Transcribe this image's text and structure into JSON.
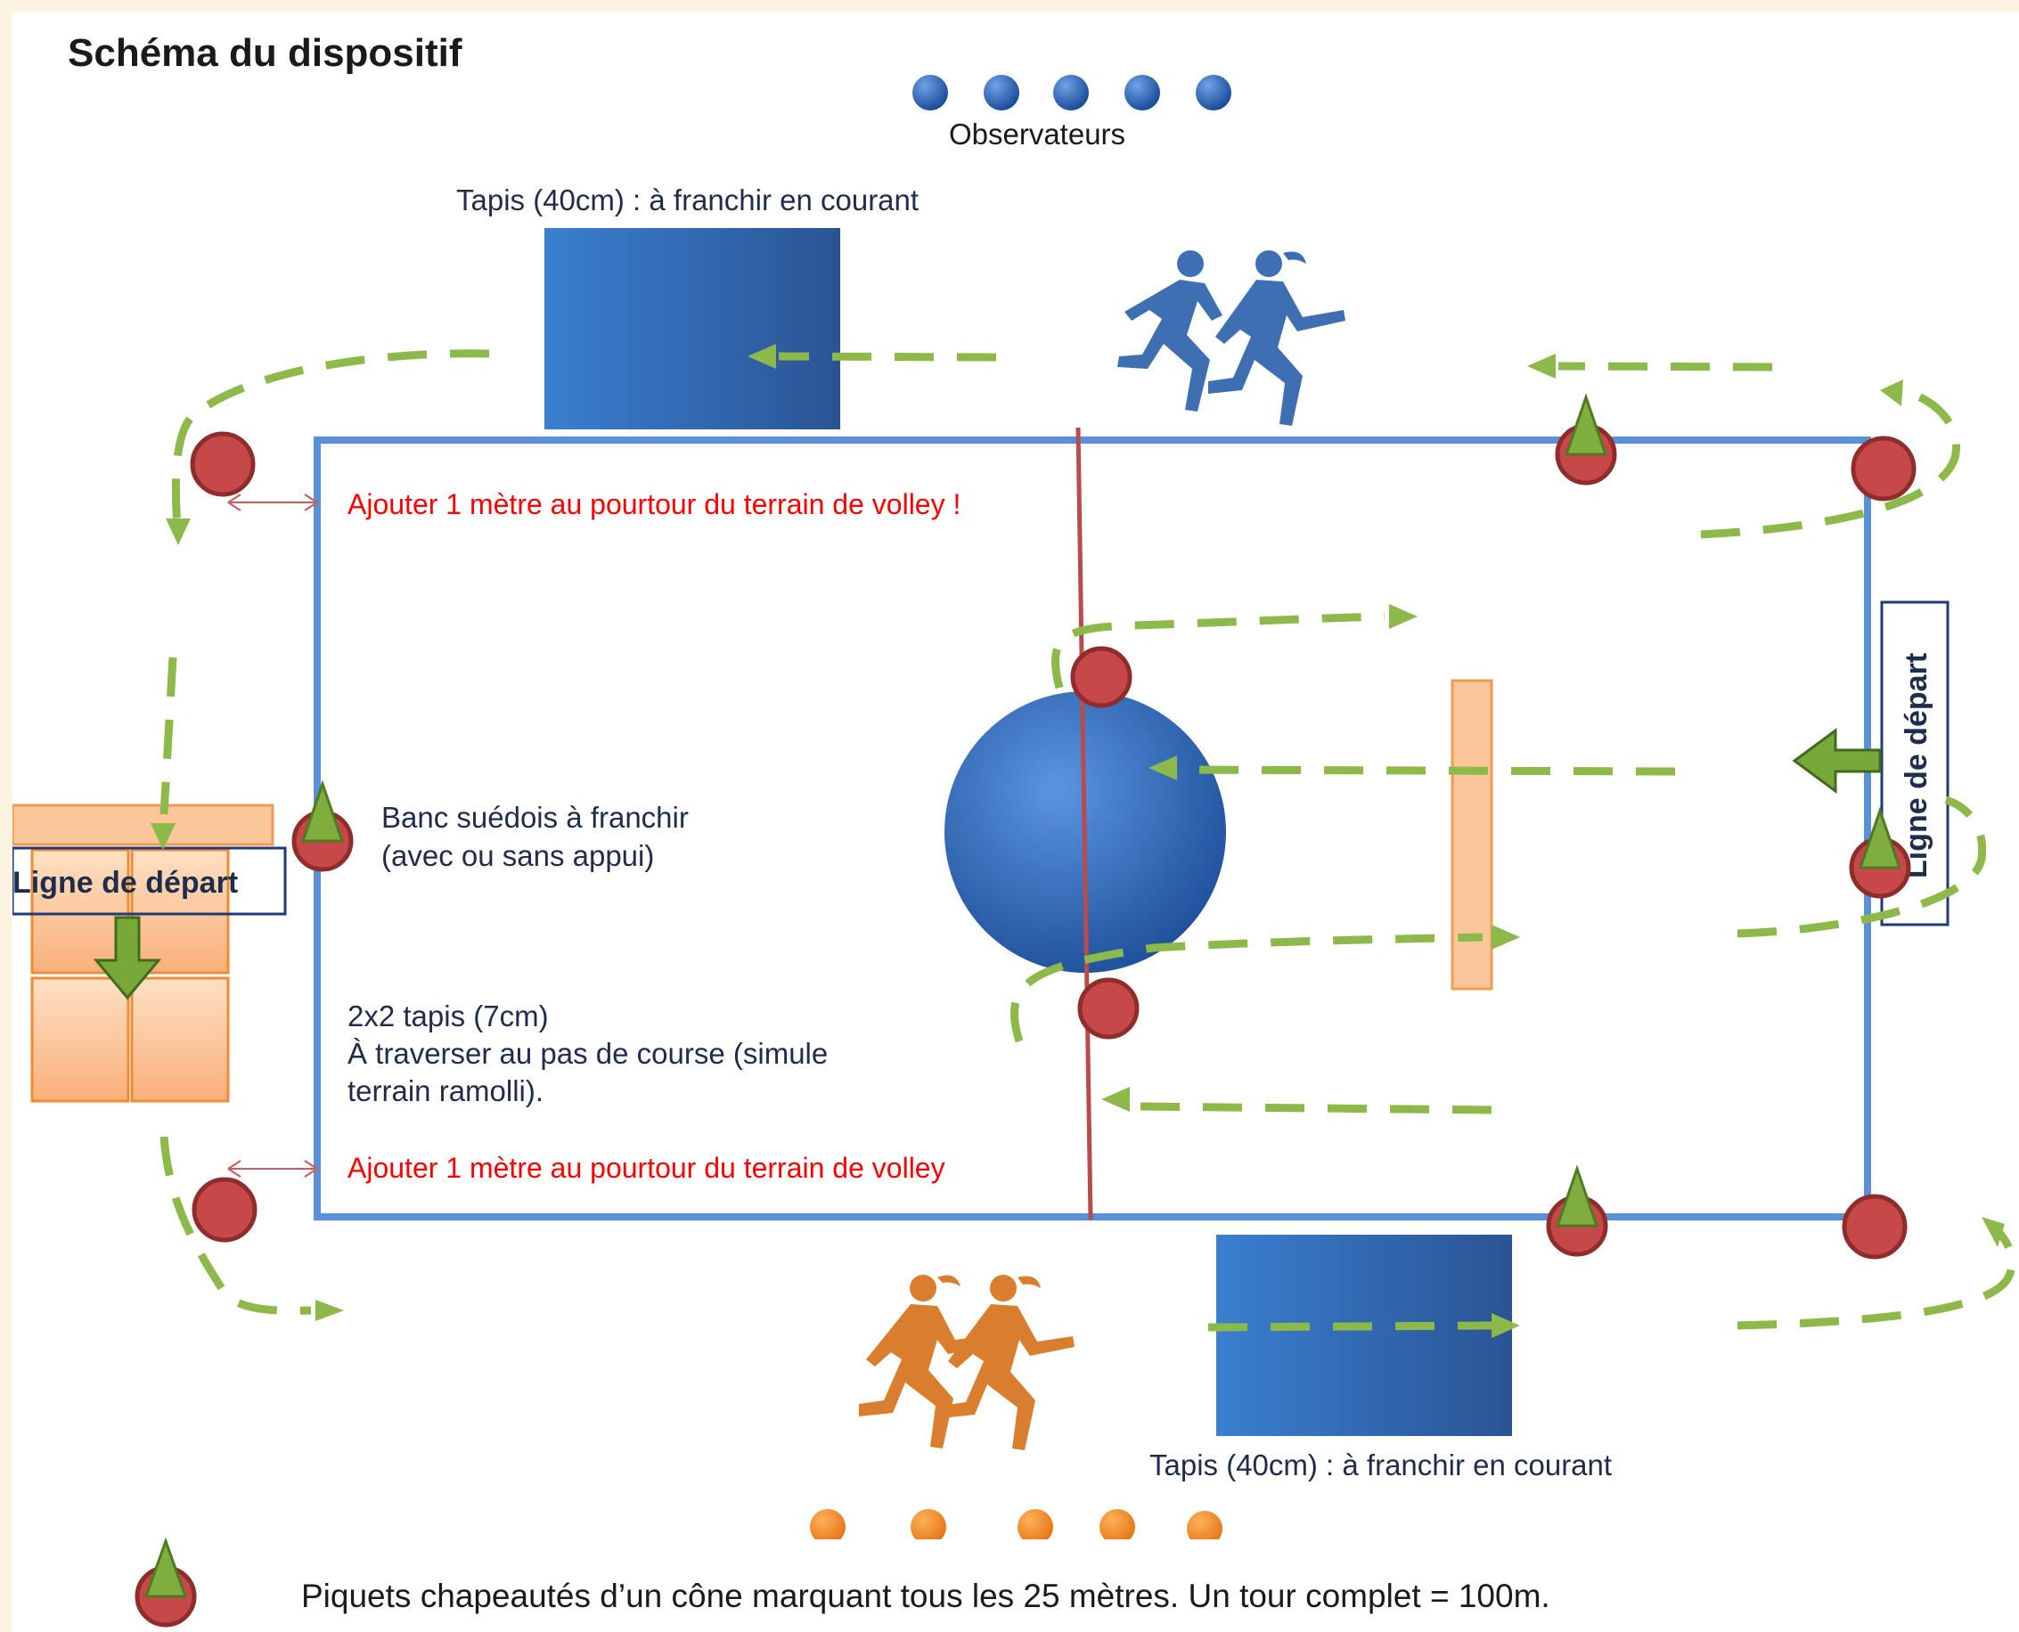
{
  "title": "Schéma du dispositif",
  "observers_label": "Observateurs",
  "mat_top_label": "Tapis (40cm) : à franchir en courant",
  "mat_bottom_label": "Tapis (40cm) : à franchir en courant",
  "note_top": "Ajouter 1 mètre au pourtour du terrain de volley !",
  "note_bottom": "Ajouter 1 mètre au pourtour du terrain de volley",
  "bench_label": {
    "line1": "Banc suédois à franchir",
    "line2": "(avec ou sans appui)"
  },
  "mats_label": {
    "line1": "2x2 tapis (7cm)",
    "line2": "À traverser au pas de course (simule",
    "line3": "terrain ramolli)."
  },
  "start_left": "Ligne de départ",
  "start_right": "Ligne de départ",
  "legend_text": "Piquets chapeautés d’un cône marquant tous les 25 mètres. Un tour complet = 100m.",
  "colors": {
    "court_line": "#5b8fd6",
    "path": "#8db84a",
    "pole": "#c64848",
    "cone": "#7fae3f",
    "mat": "#3a73c4",
    "bench": "#fbc79a",
    "runners_top": "#3f6fb3",
    "runners_bottom": "#d97d2e",
    "warning_text": "#ff0000",
    "text": "#1f2d4d"
  }
}
